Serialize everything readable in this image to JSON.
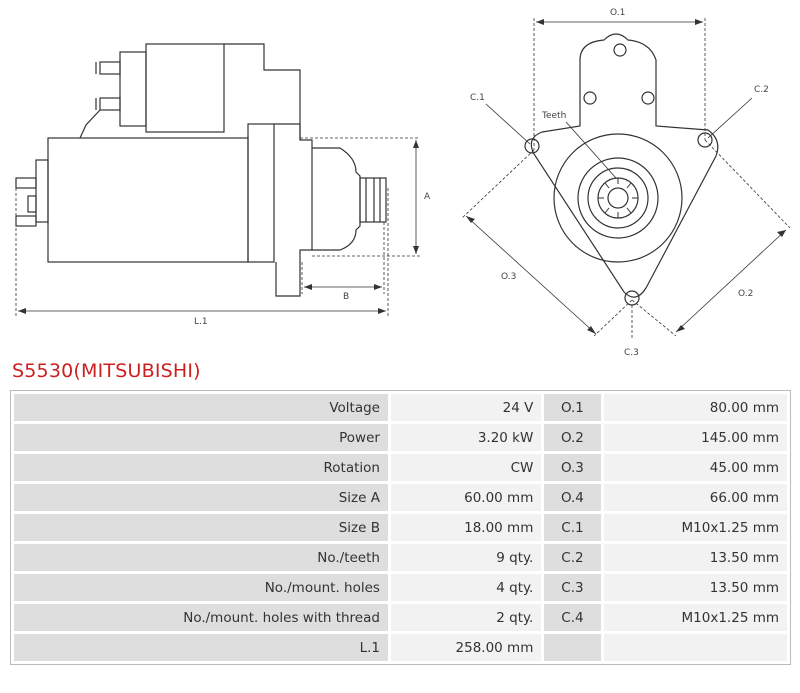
{
  "drawing": {
    "labels": {
      "A": "A",
      "B": "B",
      "L1": "L.1",
      "O1": "O.1",
      "O2": "O.2",
      "O3": "O.3",
      "C1": "C.1",
      "C2": "C.2",
      "C3": "C.3",
      "teeth": "Teeth"
    }
  },
  "title": "S5530(MITSUBISHI)",
  "specs": [
    {
      "label": "Voltage",
      "value": "24 V",
      "code": "O.1",
      "value2": "80.00 mm"
    },
    {
      "label": "Power",
      "value": "3.20 kW",
      "code": "O.2",
      "value2": "145.00 mm"
    },
    {
      "label": "Rotation",
      "value": "CW",
      "code": "O.3",
      "value2": "45.00 mm"
    },
    {
      "label": "Size A",
      "value": "60.00 mm",
      "code": "O.4",
      "value2": "66.00 mm"
    },
    {
      "label": "Size B",
      "value": "18.00 mm",
      "code": "C.1",
      "value2": "M10x1.25 mm"
    },
    {
      "label": "No./teeth",
      "value": "9 qty.",
      "code": "C.2",
      "value2": "13.50 mm"
    },
    {
      "label": "No./mount. holes",
      "value": "4 qty.",
      "code": "C.3",
      "value2": "13.50 mm"
    },
    {
      "label": "No./mount. holes with thread",
      "value": "2 qty.",
      "code": "C.4",
      "value2": "M10x1.25 mm"
    },
    {
      "label": "L.1",
      "value": "258.00 mm",
      "code": "",
      "value2": ""
    }
  ]
}
